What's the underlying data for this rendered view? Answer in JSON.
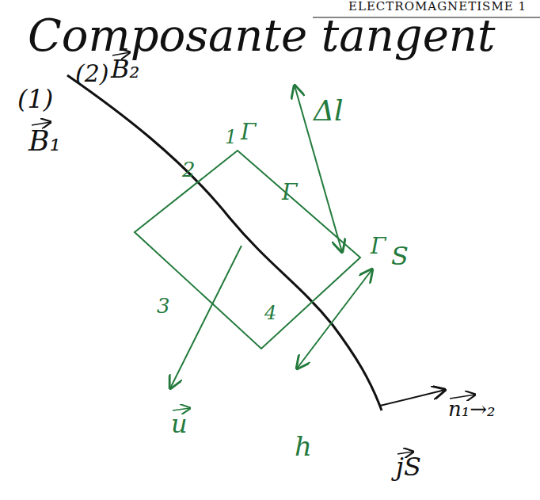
{
  "diagram": {
    "title": "Composante tangent",
    "labels": [
      "ELECTROMAGNETISME 1",
      "(2)",
      "B₂",
      "(1)",
      "B₁",
      "1",
      "Γ",
      "2",
      "Δl",
      "Γ",
      "Γ",
      "S",
      "3",
      "4",
      "u",
      "h",
      "n₁→₂",
      "jS"
    ]
  }
}
